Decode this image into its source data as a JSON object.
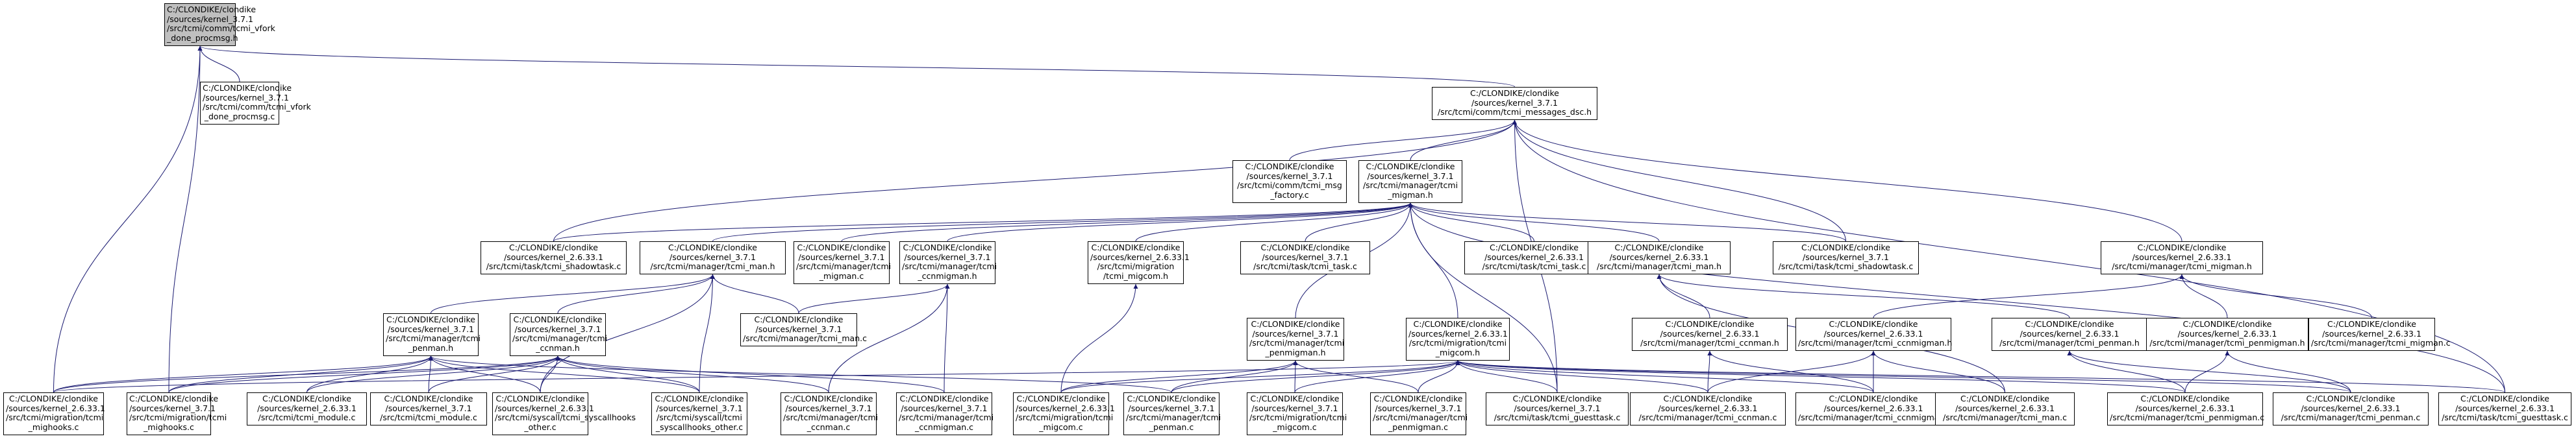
{
  "graph": {
    "kind": "include-dependency-graph",
    "colors": {
      "edge": "#191970",
      "node_border": "#000000",
      "node_fill": "#ffffff",
      "root_fill": "#bfbfbf"
    },
    "nodes": [
      {
        "id": "n0",
        "lines": [
          "C:/CLONDIKE/clondike",
          "/sources/kernel_3.7.1",
          "/src/tcmi/comm/tcmi_vfork",
          "_done_procmsg.h"
        ],
        "root": true
      },
      {
        "id": "n1",
        "lines": [
          "C:/CLONDIKE/clondike",
          "/sources/kernel_3.7.1",
          "/src/tcmi/comm/tcmi_vfork",
          "_done_procmsg.c"
        ]
      },
      {
        "id": "n2",
        "lines": [
          "C:/CLONDIKE/clondike",
          "/sources/kernel_3.7.1",
          "/src/tcmi/comm/tcmi_messages_dsc.h"
        ]
      },
      {
        "id": "n3",
        "lines": [
          "C:/CLONDIKE/clondike",
          "/sources/kernel_3.7.1",
          "/src/tcmi/comm/tcmi_msg",
          "_factory.c"
        ]
      },
      {
        "id": "n4",
        "lines": [
          "C:/CLONDIKE/clondike",
          "/sources/kernel_3.7.1",
          "/src/tcmi/manager/tcmi",
          "_migman.h"
        ]
      },
      {
        "id": "n5",
        "lines": [
          "C:/CLONDIKE/clondike",
          "/sources/kernel_2.6.33.1",
          "/src/tcmi/task/tcmi_shadowtask.c"
        ]
      },
      {
        "id": "n6",
        "lines": [
          "C:/CLONDIKE/clondike",
          "/sources/kernel_3.7.1",
          "/src/tcmi/manager/tcmi_man.h"
        ]
      },
      {
        "id": "n7",
        "lines": [
          "C:/CLONDIKE/clondike",
          "/sources/kernel_3.7.1",
          "/src/tcmi/manager/tcmi",
          "_migman.c"
        ]
      },
      {
        "id": "n8",
        "lines": [
          "C:/CLONDIKE/clondike",
          "/sources/kernel_3.7.1",
          "/src/tcmi/manager/tcmi",
          "_ccnmigman.h"
        ]
      },
      {
        "id": "n9",
        "lines": [
          "C:/CLONDIKE/clondike",
          "/sources/kernel_2.6.33.1",
          "/src/tcmi/migration",
          "/tcmi_migcom.h"
        ]
      },
      {
        "id": "n10",
        "lines": [
          "C:/CLONDIKE/clondike",
          "/sources/kernel_3.7.1",
          "/src/tcmi/task/tcmi_task.c"
        ]
      },
      {
        "id": "n11",
        "lines": [
          "C:/CLONDIKE/clondike",
          "/sources/kernel_2.6.33.1",
          "/src/tcmi/task/tcmi_task.c"
        ]
      },
      {
        "id": "n12",
        "lines": [
          "C:/CLONDIKE/clondike",
          "/sources/kernel_2.6.33.1",
          "/src/tcmi/manager/tcmi_man.h"
        ]
      },
      {
        "id": "n13",
        "lines": [
          "C:/CLONDIKE/clondike",
          "/sources/kernel_3.7.1",
          "/src/tcmi/task/tcmi_shadowtask.c"
        ]
      },
      {
        "id": "n14",
        "lines": [
          "C:/CLONDIKE/clondike",
          "/sources/kernel_2.6.33.1",
          "/src/tcmi/manager/tcmi_migman.h"
        ]
      },
      {
        "id": "n15",
        "lines": [
          "C:/CLONDIKE/clondike",
          "/sources/kernel_3.7.1",
          "/src/tcmi/manager/tcmi",
          "_penman.h"
        ]
      },
      {
        "id": "n16",
        "lines": [
          "C:/CLONDIKE/clondike",
          "/sources/kernel_3.7.1",
          "/src/tcmi/manager/tcmi",
          "_ccnman.h"
        ]
      },
      {
        "id": "n17",
        "lines": [
          "C:/CLONDIKE/clondike",
          "/sources/kernel_3.7.1",
          "/src/tcmi/manager/tcmi_man.c"
        ]
      },
      {
        "id": "n18",
        "lines": [
          "C:/CLONDIKE/clondike",
          "/sources/kernel_3.7.1",
          "/src/tcmi/manager/tcmi",
          "_penmigman.h"
        ]
      },
      {
        "id": "n19",
        "lines": [
          "C:/CLONDIKE/clondike",
          "/sources/kernel_2.6.33.1",
          "/src/tcmi/migration/tcmi",
          "_migcom.h"
        ]
      },
      {
        "id": "n20",
        "lines": [
          "C:/CLONDIKE/clondike",
          "/sources/kernel_2.6.33.1",
          "/src/tcmi/manager/tcmi_ccnman.h"
        ]
      },
      {
        "id": "n21",
        "lines": [
          "C:/CLONDIKE/clondike",
          "/sources/kernel_2.6.33.1",
          "/src/tcmi/manager/tcmi_ccnmigman.h"
        ]
      },
      {
        "id": "n22",
        "lines": [
          "C:/CLONDIKE/clondike",
          "/sources/kernel_2.6.33.1",
          "/src/tcmi/manager/tcmi_penman.h"
        ]
      },
      {
        "id": "n23",
        "lines": [
          "C:/CLONDIKE/clondike",
          "/sources/kernel_2.6.33.1",
          "/src/tcmi/manager/tcmi_penmigman.h"
        ]
      },
      {
        "id": "n24",
        "lines": [
          "C:/CLONDIKE/clondike",
          "/sources/kernel_2.6.33.1",
          "/src/tcmi/manager/tcmi_migman.c"
        ]
      },
      {
        "id": "n25",
        "lines": [
          "C:/CLONDIKE/clondike",
          "/sources/kernel_2.6.33.1",
          "/src/tcmi/migration/tcmi",
          "_mighooks.c"
        ]
      },
      {
        "id": "n26",
        "lines": [
          "C:/CLONDIKE/clondike",
          "/sources/kernel_3.7.1",
          "/src/tcmi/migration/tcmi",
          "_mighooks.c"
        ]
      },
      {
        "id": "n27",
        "lines": [
          "C:/CLONDIKE/clondike",
          "/sources/kernel_2.6.33.1",
          "/src/tcmi/tcmi_module.c"
        ]
      },
      {
        "id": "n28",
        "lines": [
          "C:/CLONDIKE/clondike",
          "/sources/kernel_3.7.1",
          "/src/tcmi/tcmi_module.c"
        ]
      },
      {
        "id": "n29",
        "lines": [
          "C:/CLONDIKE/clondike",
          "/sources/kernel_2.6.33.1",
          "/src/tcmi/syscall/tcmi_syscallhooks",
          "_other.c"
        ]
      },
      {
        "id": "n30",
        "lines": [
          "C:/CLONDIKE/clondike",
          "/sources/kernel_3.7.1",
          "/src/tcmi/syscall/tcmi",
          "_syscallhooks_other.c"
        ]
      },
      {
        "id": "n31",
        "lines": [
          "C:/CLONDIKE/clondike",
          "/sources/kernel_3.7.1",
          "/src/tcmi/manager/tcmi",
          "_ccnman.c"
        ]
      },
      {
        "id": "n32",
        "lines": [
          "C:/CLONDIKE/clondike",
          "/sources/kernel_3.7.1",
          "/src/tcmi/manager/tcmi",
          "_ccnmigman.c"
        ]
      },
      {
        "id": "n33",
        "lines": [
          "C:/CLONDIKE/clondike",
          "/sources/kernel_2.6.33.1",
          "/src/tcmi/migration/tcmi",
          "_migcom.c"
        ]
      },
      {
        "id": "n34",
        "lines": [
          "C:/CLONDIKE/clondike",
          "/sources/kernel_3.7.1",
          "/src/tcmi/manager/tcmi",
          "_penman.c"
        ]
      },
      {
        "id": "n35",
        "lines": [
          "C:/CLONDIKE/clondike",
          "/sources/kernel_3.7.1",
          "/src/tcmi/migration/tcmi",
          "_migcom.c"
        ]
      },
      {
        "id": "n36",
        "lines": [
          "C:/CLONDIKE/clondike",
          "/sources/kernel_3.7.1",
          "/src/tcmi/manager/tcmi",
          "_penmigman.c"
        ]
      },
      {
        "id": "n37",
        "lines": [
          "C:/CLONDIKE/clondike",
          "/sources/kernel_3.7.1",
          "/src/tcmi/task/tcmi_guesttask.c"
        ]
      },
      {
        "id": "n38",
        "lines": [
          "C:/CLONDIKE/clondike",
          "/sources/kernel_2.6.33.1",
          "/src/tcmi/manager/tcmi_ccnman.c"
        ]
      },
      {
        "id": "n39",
        "lines": [
          "C:/CLONDIKE/clondike",
          "/sources/kernel_2.6.33.1",
          "/src/tcmi/manager/tcmi_ccnmigman.c"
        ]
      },
      {
        "id": "n40",
        "lines": [
          "C:/CLONDIKE/clondike",
          "/sources/kernel_2.6.33.1",
          "/src/tcmi/manager/tcmi_man.c"
        ]
      },
      {
        "id": "n41",
        "lines": [
          "C:/CLONDIKE/clondike",
          "/sources/kernel_2.6.33.1",
          "/src/tcmi/manager/tcmi_penmigman.c"
        ]
      },
      {
        "id": "n42",
        "lines": [
          "C:/CLONDIKE/clondike",
          "/sources/kernel_2.6.33.1",
          "/src/tcmi/manager/tcmi_penman.c"
        ]
      },
      {
        "id": "n43",
        "lines": [
          "C:/CLONDIKE/clondike",
          "/sources/kernel_2.6.33.1",
          "/src/tcmi/task/tcmi_guesttask.c"
        ]
      }
    ],
    "edges": [
      [
        "n0",
        "n1"
      ],
      [
        "n0",
        "n2"
      ],
      [
        "n0",
        "n25"
      ],
      [
        "n0",
        "n26"
      ],
      [
        "n2",
        "n3"
      ],
      [
        "n2",
        "n4"
      ],
      [
        "n2",
        "n5"
      ],
      [
        "n2",
        "n13"
      ],
      [
        "n2",
        "n14"
      ],
      [
        "n2",
        "n37"
      ],
      [
        "n2",
        "n43"
      ],
      [
        "n4",
        "n5"
      ],
      [
        "n4",
        "n6"
      ],
      [
        "n4",
        "n7"
      ],
      [
        "n4",
        "n8"
      ],
      [
        "n4",
        "n9"
      ],
      [
        "n4",
        "n10"
      ],
      [
        "n4",
        "n11"
      ],
      [
        "n4",
        "n12"
      ],
      [
        "n4",
        "n13"
      ],
      [
        "n4",
        "n18"
      ],
      [
        "n4",
        "n19"
      ],
      [
        "n4",
        "n37"
      ],
      [
        "n4",
        "n43"
      ],
      [
        "n6",
        "n15"
      ],
      [
        "n6",
        "n16"
      ],
      [
        "n6",
        "n17"
      ],
      [
        "n6",
        "n29"
      ],
      [
        "n6",
        "n30"
      ],
      [
        "n8",
        "n17"
      ],
      [
        "n8",
        "n31"
      ],
      [
        "n8",
        "n32"
      ],
      [
        "n9",
        "n33"
      ],
      [
        "n12",
        "n20"
      ],
      [
        "n12",
        "n22"
      ],
      [
        "n12",
        "n40"
      ],
      [
        "n14",
        "n21"
      ],
      [
        "n14",
        "n23"
      ],
      [
        "n14",
        "n24"
      ],
      [
        "n15",
        "n25"
      ],
      [
        "n15",
        "n26"
      ],
      [
        "n15",
        "n27"
      ],
      [
        "n15",
        "n28"
      ],
      [
        "n15",
        "n29"
      ],
      [
        "n15",
        "n30"
      ],
      [
        "n15",
        "n34"
      ],
      [
        "n16",
        "n25"
      ],
      [
        "n16",
        "n26"
      ],
      [
        "n16",
        "n27"
      ],
      [
        "n16",
        "n28"
      ],
      [
        "n16",
        "n29"
      ],
      [
        "n16",
        "n30"
      ],
      [
        "n16",
        "n31"
      ],
      [
        "n16",
        "n32"
      ],
      [
        "n18",
        "n34"
      ],
      [
        "n18",
        "n35"
      ],
      [
        "n18",
        "n36"
      ],
      [
        "n18",
        "n33"
      ],
      [
        "n19",
        "n25"
      ],
      [
        "n19",
        "n33"
      ],
      [
        "n19",
        "n35"
      ],
      [
        "n19",
        "n36"
      ],
      [
        "n19",
        "n37"
      ],
      [
        "n19",
        "n38"
      ],
      [
        "n19",
        "n39"
      ],
      [
        "n19",
        "n41"
      ],
      [
        "n19",
        "n42"
      ],
      [
        "n19",
        "n43"
      ],
      [
        "n19",
        "n34"
      ],
      [
        "n20",
        "n38"
      ],
      [
        "n20",
        "n39"
      ],
      [
        "n21",
        "n38"
      ],
      [
        "n21",
        "n39"
      ],
      [
        "n21",
        "n40"
      ],
      [
        "n22",
        "n41"
      ],
      [
        "n22",
        "n42"
      ],
      [
        "n23",
        "n41"
      ],
      [
        "n23",
        "n42"
      ]
    ]
  }
}
